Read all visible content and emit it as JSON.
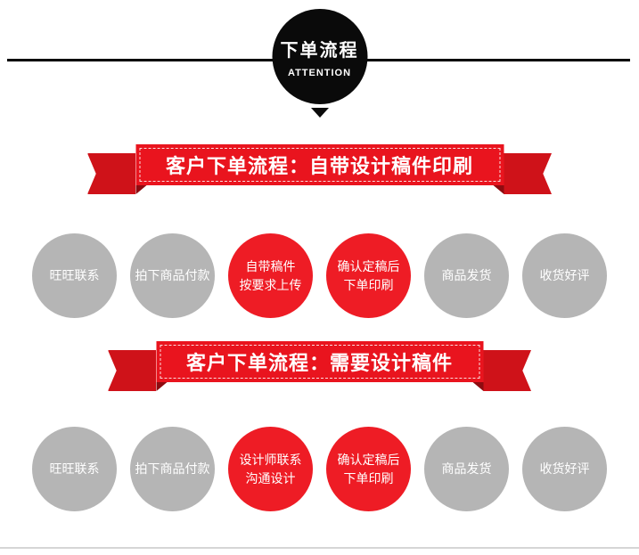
{
  "badge": {
    "title": "下单流程",
    "subtitle": "ATTENTION"
  },
  "sections": [
    {
      "banner": "客户下单流程：自带设计稿件印刷",
      "steps": [
        {
          "text": "旺旺联系",
          "type": "gray"
        },
        {
          "text": "拍下商品付款",
          "type": "gray"
        },
        {
          "text": "自带稿件\n按要求上传",
          "type": "red"
        },
        {
          "text": "确认定稿后\n下单印刷",
          "type": "red"
        },
        {
          "text": "商品发货",
          "type": "gray"
        },
        {
          "text": "收货好评",
          "type": "gray"
        }
      ]
    },
    {
      "banner": "客户下单流程：需要设计稿件",
      "steps": [
        {
          "text": "旺旺联系",
          "type": "gray"
        },
        {
          "text": "拍下商品付款",
          "type": "gray"
        },
        {
          "text": "设计师联系\n沟通设计",
          "type": "red"
        },
        {
          "text": "确认定稿后\n下单印刷",
          "type": "red"
        },
        {
          "text": "商品发货",
          "type": "gray"
        },
        {
          "text": "收货好评",
          "type": "gray"
        }
      ]
    }
  ],
  "colors": {
    "ribbon_red": "#e9141e",
    "ribbon_tail_red": "#cf1219",
    "ribbon_fold_red": "#8e0b10",
    "step_red": "#ee1c25",
    "step_gray": "#b5b5b5",
    "badge_black": "#0a0a0a"
  }
}
